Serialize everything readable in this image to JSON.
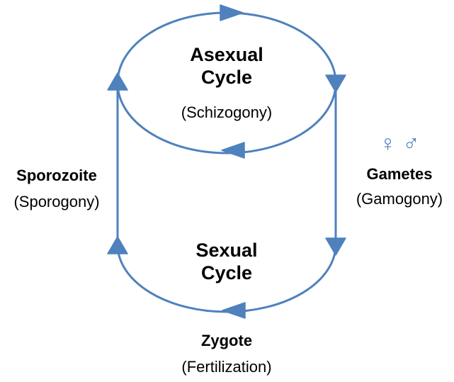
{
  "asexual": {
    "title_line1": "Asexual",
    "title_line2": "Cycle",
    "subtitle": "(Schizogony)"
  },
  "sexual": {
    "title_line1": "Sexual",
    "title_line2": "Cycle"
  },
  "sporozoite": {
    "label": "Sporozoite",
    "subtitle": "(Sporogony)"
  },
  "gametes": {
    "symbols": "♀ ♂",
    "label": "Gametes",
    "subtitle": "(Gamogony)"
  },
  "zygote": {
    "label": "Zygote",
    "subtitle": "(Fertilization)"
  },
  "colors": {
    "line": "#4f81bd",
    "arrow_fill": "#4f81bd",
    "text": "#000000"
  }
}
